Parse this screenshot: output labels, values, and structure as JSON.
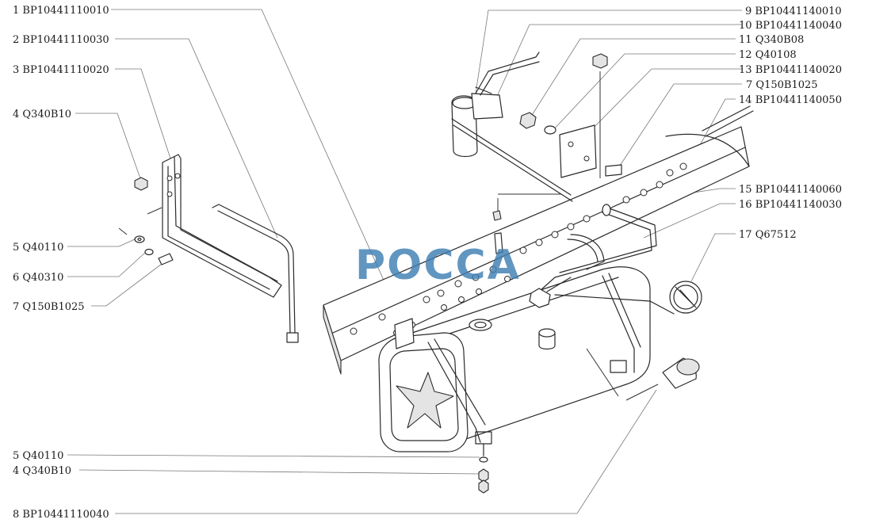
{
  "watermark": "POCCA",
  "callouts_left": [
    {
      "num": "1",
      "code": "BP10441110010"
    },
    {
      "num": "2",
      "code": "BP10441110030"
    },
    {
      "num": "3",
      "code": "BP10441110020"
    },
    {
      "num": "4",
      "code": "Q340B10"
    },
    {
      "num": "5",
      "code": "Q40110"
    },
    {
      "num": "6",
      "code": "Q40310"
    },
    {
      "num": "7",
      "code": "Q150B1025"
    }
  ],
  "callouts_right": [
    {
      "num": "9",
      "code": "BP10441140010"
    },
    {
      "num": "10",
      "code": "BP10441140040"
    },
    {
      "num": "11",
      "code": "Q340B08"
    },
    {
      "num": "12",
      "code": "Q40108"
    },
    {
      "num": "13",
      "code": "BP10441140020"
    },
    {
      "num": "7",
      "code": "Q150B1025"
    },
    {
      "num": "14",
      "code": "BP10441140050"
    },
    {
      "num": "15",
      "code": "BP10441140060"
    },
    {
      "num": "16",
      "code": "BP10441140030"
    },
    {
      "num": "17",
      "code": "Q67512"
    }
  ],
  "callouts_bottom": [
    {
      "num": "5",
      "code": "Q40110"
    },
    {
      "num": "4",
      "code": "Q340B10"
    },
    {
      "num": "8",
      "code": "BP10441110040"
    }
  ]
}
